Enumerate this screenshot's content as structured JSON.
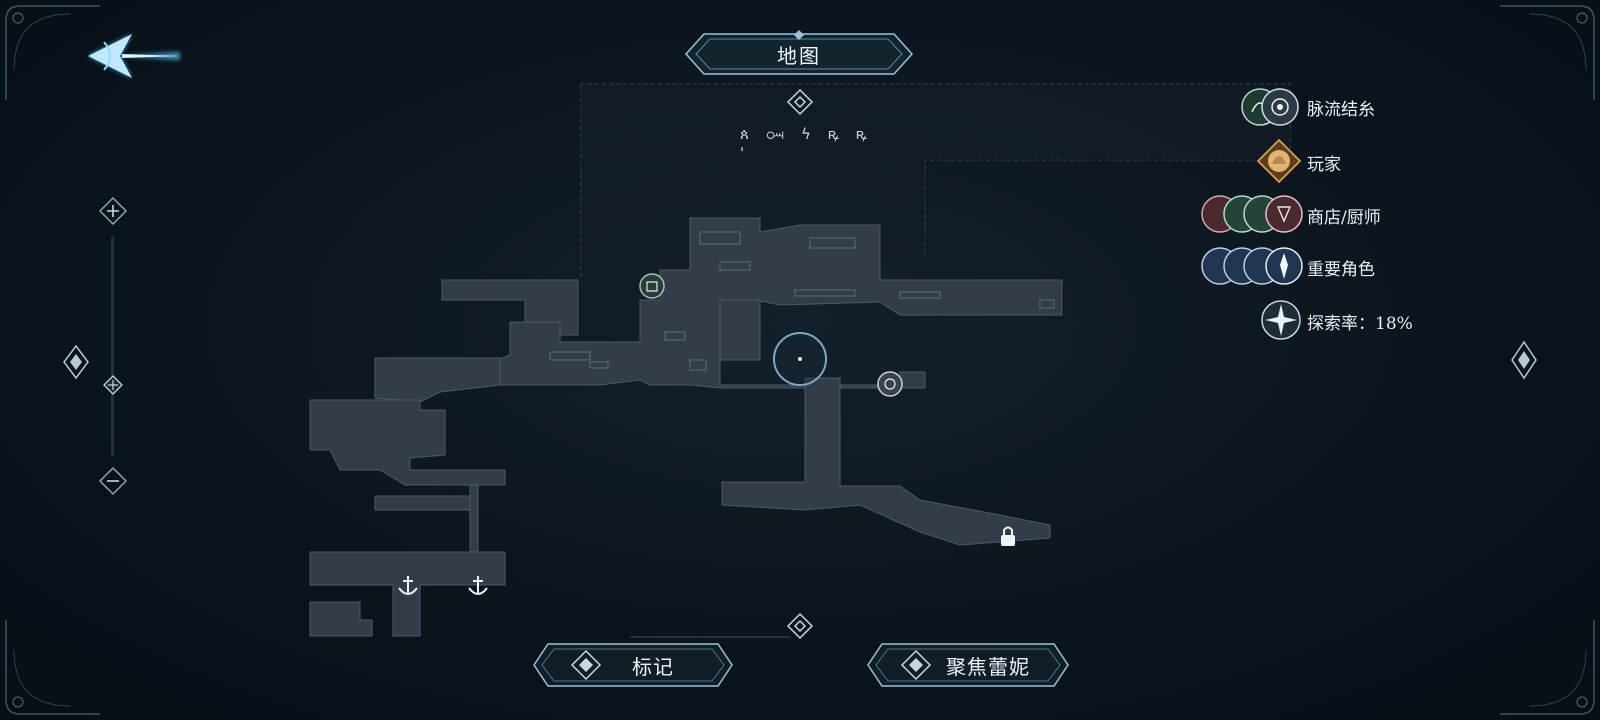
{
  "header": {
    "title": "地图"
  },
  "back_icon": "wing-arrow-back-icon",
  "rune_text": "ጰ ꗢ ϟ ꝶ ꝶ ꞌ",
  "legend": {
    "items": [
      {
        "label": "脉流结糸",
        "icons": [
          "vein-stream-icon",
          "swirl-node-icon"
        ]
      },
      {
        "label": "玩家",
        "icons": [
          "player-portrait-icon"
        ]
      },
      {
        "label": "商店/厨师",
        "icons": [
          "shop-icon",
          "merchant-icon",
          "goods-icon",
          "chef-icon"
        ]
      },
      {
        "label": "重要角色",
        "icons": [
          "character-icon",
          "character-icon",
          "character-icon",
          "character-icon"
        ]
      },
      {
        "label": "探索率：18%",
        "icons": [
          "compass-star-icon"
        ]
      }
    ],
    "exploration_rate": 18
  },
  "buttons": {
    "mark": "标记",
    "focus": "聚焦蕾妮"
  },
  "zoom": {
    "level": 0.68
  },
  "colors": {
    "background": "#0b151d",
    "map_fill": "#3a4450",
    "accent": "#8fb4cc",
    "player_ring": "#d6a050"
  }
}
